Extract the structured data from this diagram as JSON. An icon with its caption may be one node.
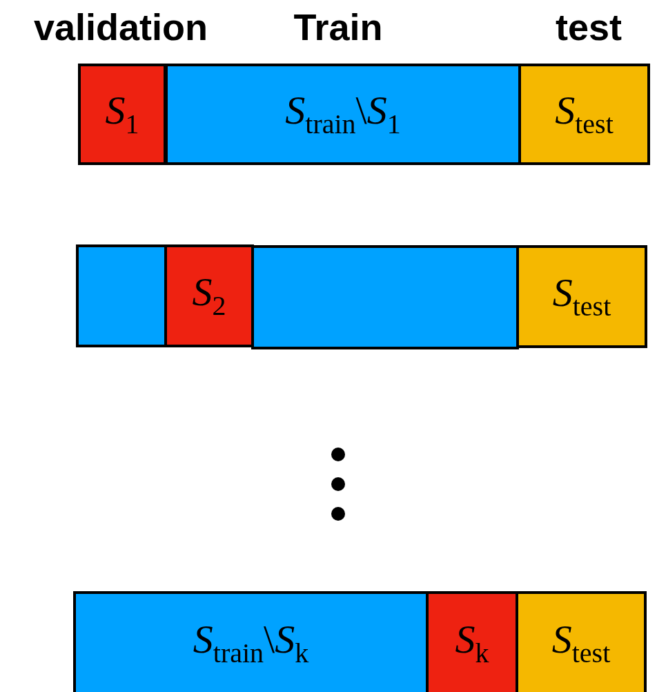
{
  "diagram": {
    "nodes": [
      {
        "text": [
          "*S*$_{1}$"
        ]
      },
      {
        "text": [
          "*S*$_{train}$\\*S*$_{1}$"
        ]
      },
      {
        "text": [
          "*S*$_{test}$"
        ]
      },
      {
        "text": [],
        "shape": "box"
      },
      {
        "text": [
          "*S*$_{2}$"
        ]
      },
      {
        "text": [],
        "shape": "box"
      },
      {
        "text": [
          "*S*$_{test}$"
        ]
      },
      {
        "text": [
          "*S*$_{train}$\\*S*$_{k}$"
        ]
      },
      {
        "text": [
          "*S*$_{k}$"
        ]
      },
      {
        "text": [
          "*S*$_{test}$"
        ]
      }
    ],
    "edges": [],
    "labels": [
      "validation",
      "Train",
      "test"
    ]
  }
}
